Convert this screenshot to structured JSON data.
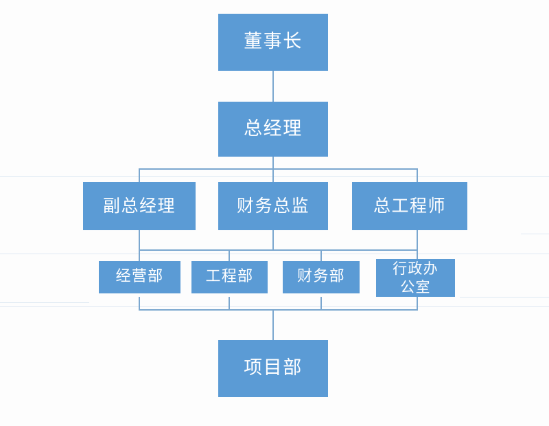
{
  "chart_data": {
    "type": "diagram",
    "diagram_type": "organization-chart",
    "title": "",
    "orientation": "top-down",
    "node_fill_color": "#5b9bd5",
    "node_text_color": "#ffffff",
    "connector_color": "#7ba7cf",
    "background_color": "#fdfdfd",
    "levels": [
      {
        "level": 1,
        "nodes": [
          "董事长"
        ]
      },
      {
        "level": 2,
        "nodes": [
          "总经理"
        ]
      },
      {
        "level": 3,
        "nodes": [
          "副总经理",
          "财务总监",
          "总工程师"
        ]
      },
      {
        "level": 4,
        "nodes": [
          "经营部",
          "工程部",
          "财务部",
          "行政办公室"
        ]
      },
      {
        "level": 5,
        "nodes": [
          "项目部"
        ]
      }
    ],
    "edges": [
      {
        "from": "董事长",
        "to": "总经理"
      },
      {
        "from": "总经理",
        "to": "副总经理"
      },
      {
        "from": "总经理",
        "to": "财务总监"
      },
      {
        "from": "总经理",
        "to": "总工程师"
      },
      {
        "from": "副总经理",
        "to": "经营部"
      },
      {
        "from": "副总经理",
        "to": "工程部"
      },
      {
        "from": "财务总监",
        "to": "财务部"
      },
      {
        "from": "总工程师",
        "to": "行政办公室"
      },
      {
        "from": "经营部",
        "to": "项目部"
      },
      {
        "from": "工程部",
        "to": "项目部"
      },
      {
        "from": "财务部",
        "to": "项目部"
      },
      {
        "from": "行政办公室",
        "to": "项目部"
      }
    ]
  },
  "nodes": {
    "chairman": {
      "label": "董事长"
    },
    "general_manager": {
      "label": "总经理"
    },
    "deputy_gm": {
      "label": "副总经理"
    },
    "finance_director": {
      "label": "财务总监"
    },
    "chief_engineer": {
      "label": "总工程师"
    },
    "operations_dept": {
      "label": "经营部"
    },
    "engineering_dept": {
      "label": "工程部"
    },
    "finance_dept": {
      "label": "财务部"
    },
    "admin_office": {
      "label": "行政办\n公室"
    },
    "project_dept": {
      "label": "项目部"
    }
  }
}
